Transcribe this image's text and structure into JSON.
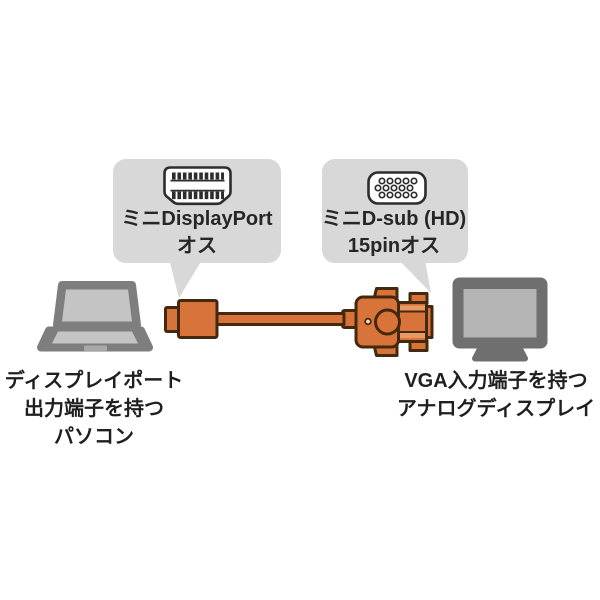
{
  "page": {
    "background": "#ffffff"
  },
  "colors": {
    "bubble": "#d8d8d8",
    "text": "#262626",
    "cable_fill": "#d87439",
    "cable_outline": "#45290f",
    "cable_shell_stripe": "#e79a63",
    "laptop_body": "#7e7e7e",
    "laptop_screen": "#c4c4c4",
    "laptop_trackpad": "#a8a8a8",
    "monitor_body": "#6f6f6f",
    "monitor_screen": "#b4b4b4",
    "icon_stroke": "#2d2d2d",
    "icon_fill": "#ffffff"
  },
  "callouts": {
    "left": {
      "icon": "mini-displayport-connector-icon",
      "line1": "ミニDisplayPort",
      "line2": "オス"
    },
    "right": {
      "icon": "vga-mini-dsub15-connector-icon",
      "line1": "ミニD-sub (HD)",
      "line2": "15pinオス"
    }
  },
  "labels": {
    "laptop": {
      "line1": "ディスプレイポート",
      "line2": "出力端子を持つ",
      "line3": "パソコン"
    },
    "display": {
      "line1": "VGA入力端子を持つ",
      "line2": "アナログディスプレイ"
    }
  }
}
